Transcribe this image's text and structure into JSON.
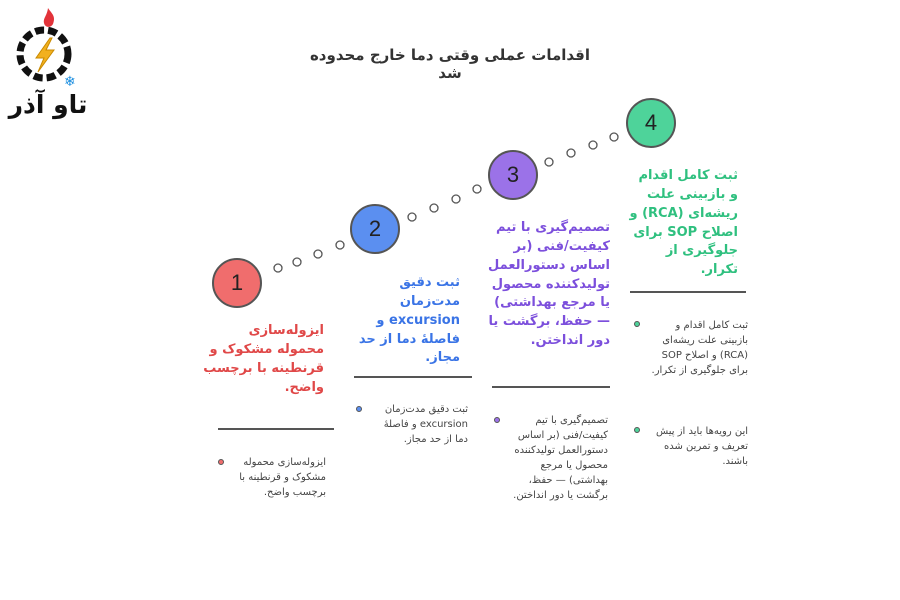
{
  "logo": {
    "text": "تاو آذر"
  },
  "title": "اقدامات عملی وقتی دما خارج محدوده شد",
  "colors": {
    "step1": "#f06d6d",
    "step2": "#5b8ff0",
    "step3": "#9b72e8",
    "step4": "#4ed39a",
    "step1_text": "#e04848",
    "step2_text": "#3a74e6",
    "step3_text": "#7c4fdc",
    "step4_text": "#2fc07f"
  },
  "steps": [
    {
      "number": "1",
      "heading": "ایزوله‌سازی محموله مشکوک و قرنطینه با برچسب واضح.",
      "bullets": [
        "ایزوله‌سازی محموله مشکوک و قرنطینه با برچسب واضح."
      ]
    },
    {
      "number": "2",
      "heading": "ثبت دقیق مدت‌زمان excursion و فاصلهٔ دما از حد مجاز.",
      "bullets": [
        "ثبت دقیق مدت‌زمان excursion و فاصلهٔ دما از حد مجاز."
      ]
    },
    {
      "number": "3",
      "heading": "تصمیم‌گیری با تیم کیفیت/فنی (بر اساس دستورالعمل تولیدکننده محصول یا مرجع بهداشتی) — حفظ، برگشت یا دور انداختن.",
      "bullets": [
        "تصمیم‌گیری با تیم کیفیت/فنی (بر اساس دستورالعمل تولیدکننده محصول یا مرجع بهداشتی) — حفظ، برگشت یا دور انداختن."
      ]
    },
    {
      "number": "4",
      "heading": "ثبت کامل اقدام و بازبینی علت ریشه‌ای (RCA) و اصلاح SOP برای جلوگیری از تکرار.",
      "bullets": [
        "ثبت کامل اقدام و بازبینی علت ریشه‌ای (RCA) و اصلاح SOP برای جلوگیری از تکرار.",
        "این رویه‌ها باید از پیش تعریف و تمرین شده باشند."
      ]
    }
  ]
}
